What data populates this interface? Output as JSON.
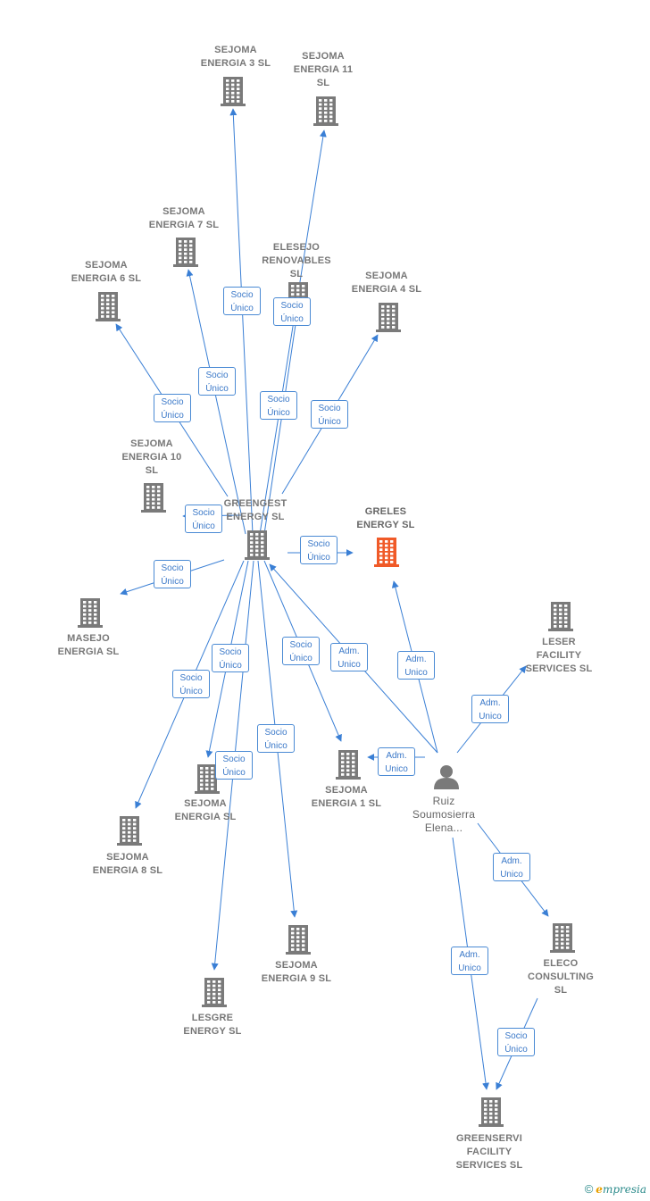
{
  "colors": {
    "edge": "#3a7fd5",
    "building": "#7a7a7a",
    "highlight": "#f05a28",
    "person": "#7a7a7a"
  },
  "nodes": [
    {
      "id": "sejoma3",
      "label": "SEJOMA ENERGIA 3  SL",
      "lines": [
        "SEJOMA",
        "ENERGIA 3  SL"
      ],
      "type": "company"
    },
    {
      "id": "sejoma11",
      "label": "SEJOMA ENERGIA 11 SL",
      "lines": [
        "SEJOMA",
        "ENERGIA 11",
        "SL"
      ],
      "type": "company"
    },
    {
      "id": "sejoma7",
      "label": "SEJOMA ENERGIA 7  SL",
      "lines": [
        "SEJOMA",
        "ENERGIA 7  SL"
      ],
      "type": "company"
    },
    {
      "id": "elesejo",
      "label": "ELESEJO RENOVABLES SL",
      "lines": [
        "ELESEJO",
        "RENOVABLES",
        "SL"
      ],
      "type": "company"
    },
    {
      "id": "sejoma6",
      "label": "SEJOMA ENERGIA 6  SL",
      "lines": [
        "SEJOMA",
        "ENERGIA 6  SL"
      ],
      "type": "company"
    },
    {
      "id": "sejoma4",
      "label": "SEJOMA ENERGIA 4  SL",
      "lines": [
        "SEJOMA",
        "ENERGIA 4  SL"
      ],
      "type": "company"
    },
    {
      "id": "sejoma10",
      "label": "SEJOMA ENERGIA 10 SL",
      "lines": [
        "SEJOMA",
        "ENERGIA 10",
        "SL"
      ],
      "type": "company"
    },
    {
      "id": "greengest",
      "label": "GREENGEST ENERGY  SL",
      "lines": [
        "GREENGEST",
        "ENERGY  SL"
      ],
      "type": "company"
    },
    {
      "id": "greles",
      "label": "GRELES ENERGY  SL",
      "lines": [
        "GRELES",
        "ENERGY  SL"
      ],
      "type": "main"
    },
    {
      "id": "masejo",
      "label": "MASEJO ENERGIA  SL",
      "lines": [
        "MASEJO",
        "ENERGIA  SL"
      ],
      "type": "company"
    },
    {
      "id": "leser",
      "label": "LESER FACILITY SERVICES  SL",
      "lines": [
        "LESER",
        "FACILITY",
        "SERVICES  SL"
      ],
      "type": "company"
    },
    {
      "id": "sejomaE",
      "label": "SEJOMA ENERGIA  SL",
      "lines": [
        "SEJOMA",
        "ENERGIA  SL"
      ],
      "type": "company"
    },
    {
      "id": "sejoma1",
      "label": "SEJOMA ENERGIA 1  SL",
      "lines": [
        "SEJOMA",
        "ENERGIA 1  SL"
      ],
      "type": "company"
    },
    {
      "id": "ruiz",
      "label": "Ruiz Soumosierra Elena...",
      "lines": [
        "Ruiz",
        "Soumosierra",
        "Elena..."
      ],
      "type": "person"
    },
    {
      "id": "sejoma8",
      "label": "SEJOMA ENERGIA 8  SL",
      "lines": [
        "SEJOMA",
        "ENERGIA 8  SL"
      ],
      "type": "company"
    },
    {
      "id": "sejoma9",
      "label": "SEJOMA ENERGIA 9  SL",
      "lines": [
        "SEJOMA",
        "ENERGIA 9  SL"
      ],
      "type": "company"
    },
    {
      "id": "eleco",
      "label": "ELECO CONSULTING SL",
      "lines": [
        "ELECO",
        "CONSULTING",
        "SL"
      ],
      "type": "company"
    },
    {
      "id": "lesgre",
      "label": "LESGRE ENERGY  SL",
      "lines": [
        "LESGRE",
        "ENERGY  SL"
      ],
      "type": "company"
    },
    {
      "id": "greenservi",
      "label": "GREENSERVI FACILITY SERVICES  SL",
      "lines": [
        "GREENSERVI",
        "FACILITY",
        "SERVICES  SL"
      ],
      "type": "company"
    }
  ],
  "edges": [
    {
      "from": "greengest",
      "to": "sejoma3",
      "label": [
        "Socio",
        "Único"
      ]
    },
    {
      "from": "greengest",
      "to": "sejoma11",
      "label": [
        "Socio",
        "Único"
      ]
    },
    {
      "from": "greengest",
      "to": "sejoma7",
      "label": [
        "Socio",
        "Único"
      ]
    },
    {
      "from": "greengest",
      "to": "elesejo",
      "label": [
        "Socio",
        "Único"
      ]
    },
    {
      "from": "greengest",
      "to": "sejoma6",
      "label": [
        "Socio",
        "Único"
      ]
    },
    {
      "from": "greengest",
      "to": "sejoma4",
      "label": [
        "Socio",
        "Único"
      ]
    },
    {
      "from": "greengest",
      "to": "sejoma10",
      "label": [
        "Socio",
        "Único"
      ]
    },
    {
      "from": "greengest",
      "to": "greles",
      "label": [
        "Socio",
        "Único"
      ]
    },
    {
      "from": "greengest",
      "to": "masejo",
      "label": [
        "Socio",
        "Único"
      ]
    },
    {
      "from": "greengest",
      "to": "sejomaE",
      "label": [
        "Socio",
        "Único"
      ]
    },
    {
      "from": "greengest",
      "to": "sejoma1",
      "label": [
        "Socio",
        "Único"
      ]
    },
    {
      "from": "greengest",
      "to": "sejoma8",
      "label": [
        "Socio",
        "Único"
      ]
    },
    {
      "from": "greengest",
      "to": "sejoma9",
      "label": [
        "Socio",
        "Único"
      ]
    },
    {
      "from": "greengest",
      "to": "lesgre",
      "label": [
        "Socio",
        "Único"
      ]
    },
    {
      "from": "ruiz",
      "to": "greengest",
      "label": [
        "Adm.",
        "Unico"
      ]
    },
    {
      "from": "ruiz",
      "to": "greles",
      "label": [
        "Adm.",
        "Unico"
      ]
    },
    {
      "from": "ruiz",
      "to": "leser",
      "label": [
        "Adm.",
        "Unico"
      ]
    },
    {
      "from": "ruiz",
      "to": "sejoma1",
      "label": [
        "Adm.",
        "Unico"
      ]
    },
    {
      "from": "ruiz",
      "to": "eleco",
      "label": [
        "Adm.",
        "Unico"
      ]
    },
    {
      "from": "ruiz",
      "to": "greenservi",
      "label": [
        "Adm.",
        "Unico"
      ]
    },
    {
      "from": "eleco",
      "to": "greenservi",
      "label": [
        "Socio",
        "Único"
      ]
    }
  ],
  "footer": {
    "copyright": "©",
    "brand_initial": "e",
    "brand_rest": "mpresia"
  }
}
